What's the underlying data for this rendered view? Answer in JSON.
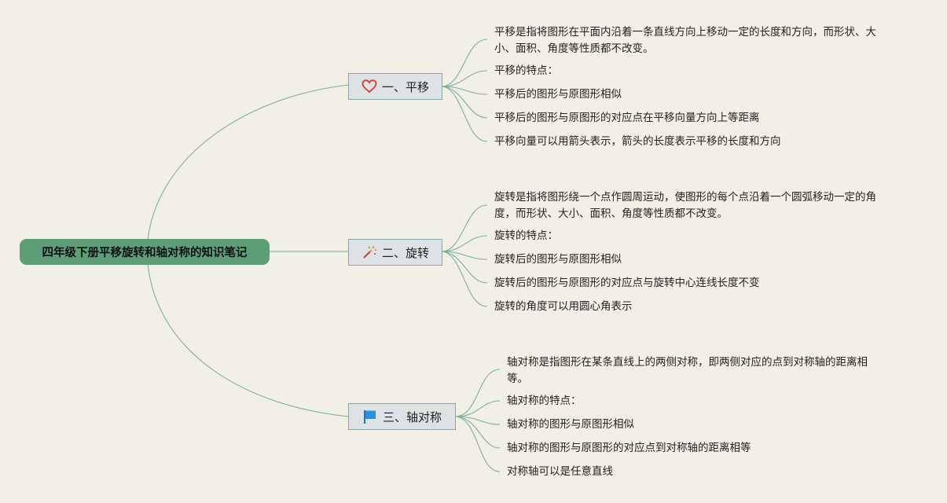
{
  "root": {
    "label": "四年级下册平移旋转和轴对称的知识笔记"
  },
  "colors": {
    "root_fill": "#5e9e77",
    "branch_fill": "#dde3e4",
    "branch_border": "#8aa8ac",
    "link": "#7fae93",
    "background": "#f2efe6"
  },
  "branches": [
    {
      "label": "一、平移",
      "icon": "heart-icon",
      "leaves": [
        "平移是指将图形在平面内沿着一条直线方向上移动一定的长度和方向，而形状、大小、面积、角度等性质都不改变。",
        "平移的特点：",
        "平移后的图形与原图形相似",
        "平移后的图形与原图形的对应点在平移向量方向上等距离",
        "平移向量可以用箭头表示，箭头的长度表示平移的长度和方向"
      ]
    },
    {
      "label": "二、旋转",
      "icon": "magic-wand-icon",
      "leaves": [
        "旋转是指将图形绕一个点作圆周运动，使图形的每个点沿着一个圆弧移动一定的角度，而形状、大小、面积、角度等性质都不改变。",
        "旋转的特点：",
        "旋转后的图形与原图形相似",
        "旋转后的图形与原图形的对应点与旋转中心连线长度不变",
        "旋转的角度可以用圆心角表示"
      ]
    },
    {
      "label": "三、轴对称",
      "icon": "flag-icon",
      "leaves": [
        "轴对称是指图形在某条直线上的两侧对称，即两侧对应的点到对称轴的距离相等。",
        "轴对称的特点：",
        "轴对称的图形与原图形相似",
        "轴对称的图形与原图形的对应点到对称轴的距离相等",
        "对称轴可以是任意直线"
      ]
    }
  ]
}
